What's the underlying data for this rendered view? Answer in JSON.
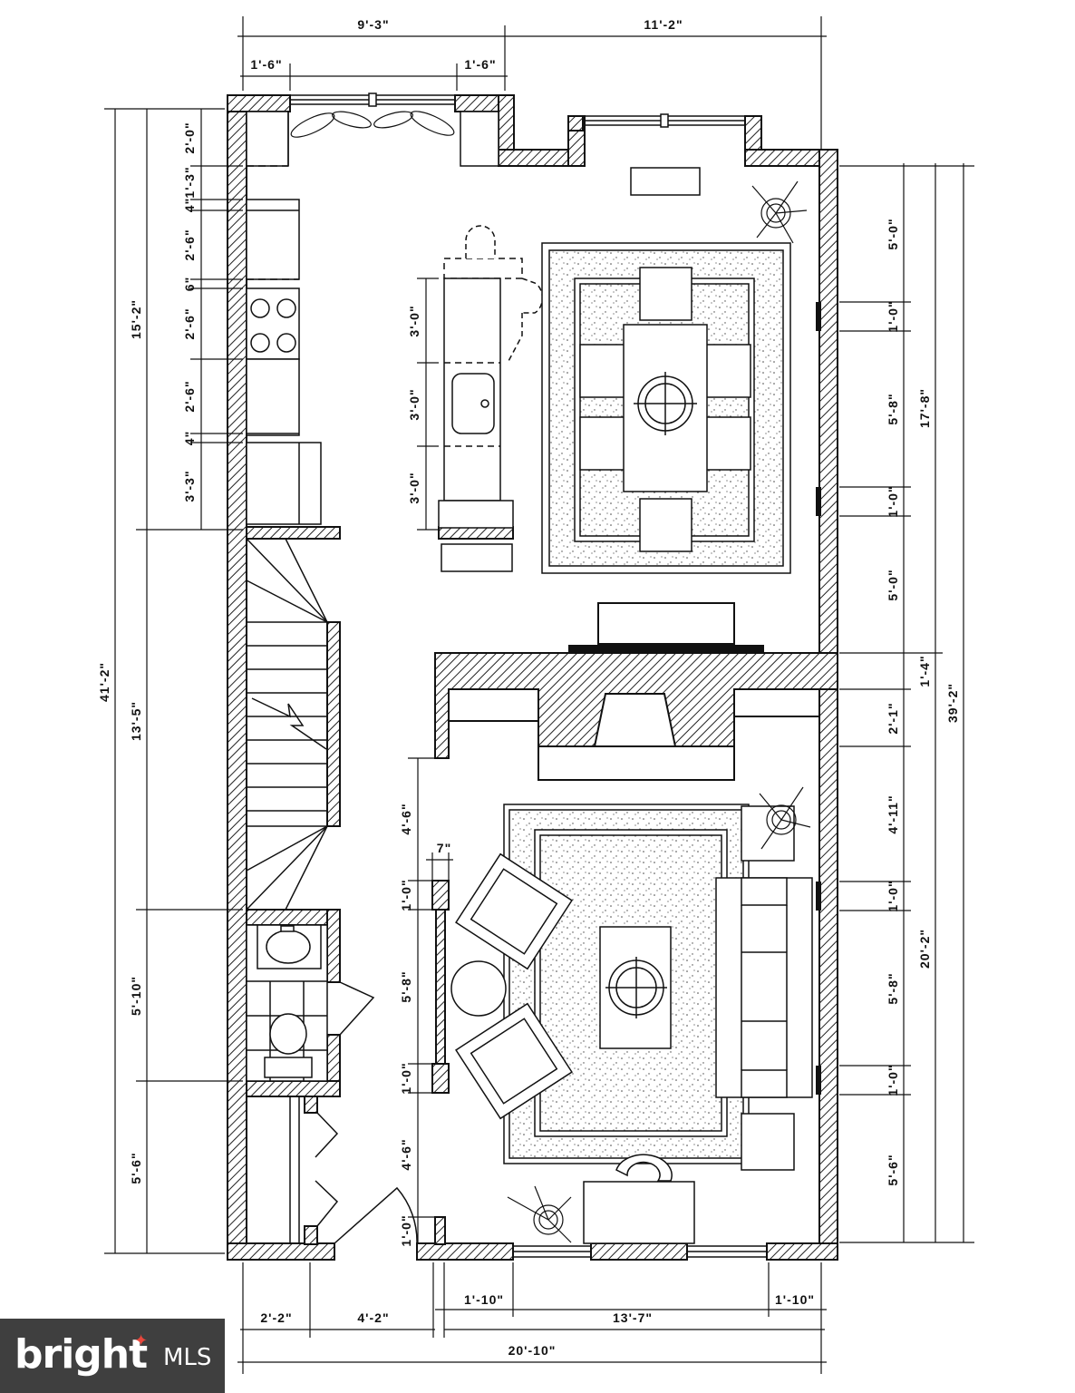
{
  "plan": {
    "top": {
      "left_width": "9'-3\"",
      "right_width": "11'-2\"",
      "left_window_gap": "1'-6\"",
      "right_window_gap": "1'-6\""
    },
    "left_outer": {
      "overall": "41'-2\"",
      "front_section": "15'-2\"",
      "stair_section": "13'-5\"",
      "bath_section": "5'-10\"",
      "entry_section": "5'-6\""
    },
    "kitchen_dims": [
      "2'-0\"",
      "1'-3\"",
      "4\"",
      "2'-6\"",
      "6\"",
      "2'-6\"",
      "2'-6\"",
      "4\"",
      "3'-3\""
    ],
    "island_dims": [
      "3'-0\"",
      "3'-0\"",
      "3'-0\""
    ],
    "right_outer": {
      "overall": "39'-2\"",
      "dining": "17'-8\"",
      "living": "20'-2\"",
      "chimney": "1'-4\""
    },
    "dining_dims": [
      "5'-0\"",
      "1'-0\"",
      "5'-8\"",
      "1'-0\"",
      "5'-0\""
    ],
    "living_dims": [
      "2'-1\"",
      "4'-11\"",
      "1'-0\"",
      "5'-8\"",
      "1'-0\"",
      "5'-6\""
    ],
    "living_left_dims": [
      "4'-6\"",
      "1'-0\"",
      "5'-8\"",
      "1'-0\"",
      "4'-6\"",
      "1'-0\""
    ],
    "pier_width": "7\"",
    "bottom": {
      "wall_a": "2'-2\"",
      "door_span": "4'-2\"",
      "window_left": "1'-10\"",
      "middle": "13'-7\"",
      "window_right": "1'-10\"",
      "overall": "20'-10\""
    }
  },
  "logo": {
    "brand": "bright",
    "suffix": "MLS"
  }
}
